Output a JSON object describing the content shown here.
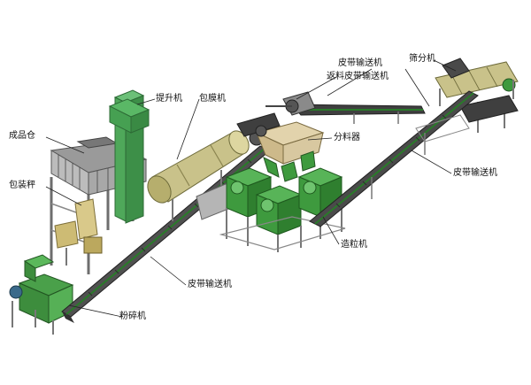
{
  "labels": {
    "warehouse": "成品仓",
    "packing_scale": "包装秤",
    "crusher": "粉碎机",
    "bucket_elevator": "提升机",
    "coating_machine": "包膜机",
    "distributor": "分料器",
    "return_conveyor": "返料皮带输送机",
    "top_conveyor": "皮带输送机",
    "screener": "筛分机",
    "right_conveyor": "皮带输送机",
    "granulator": "造粒机",
    "bottom_conveyor": "皮带输送机"
  },
  "colors": {
    "machine_green": "#3e9a3e",
    "elevator_green": "#4fa85a",
    "drum_khaki": "#c9c28a",
    "hopper_tan": "#d8c8a0",
    "frame_gray": "#7a7a7a",
    "belt_dark": "#3a3a3a",
    "leader_line": "#222222"
  }
}
